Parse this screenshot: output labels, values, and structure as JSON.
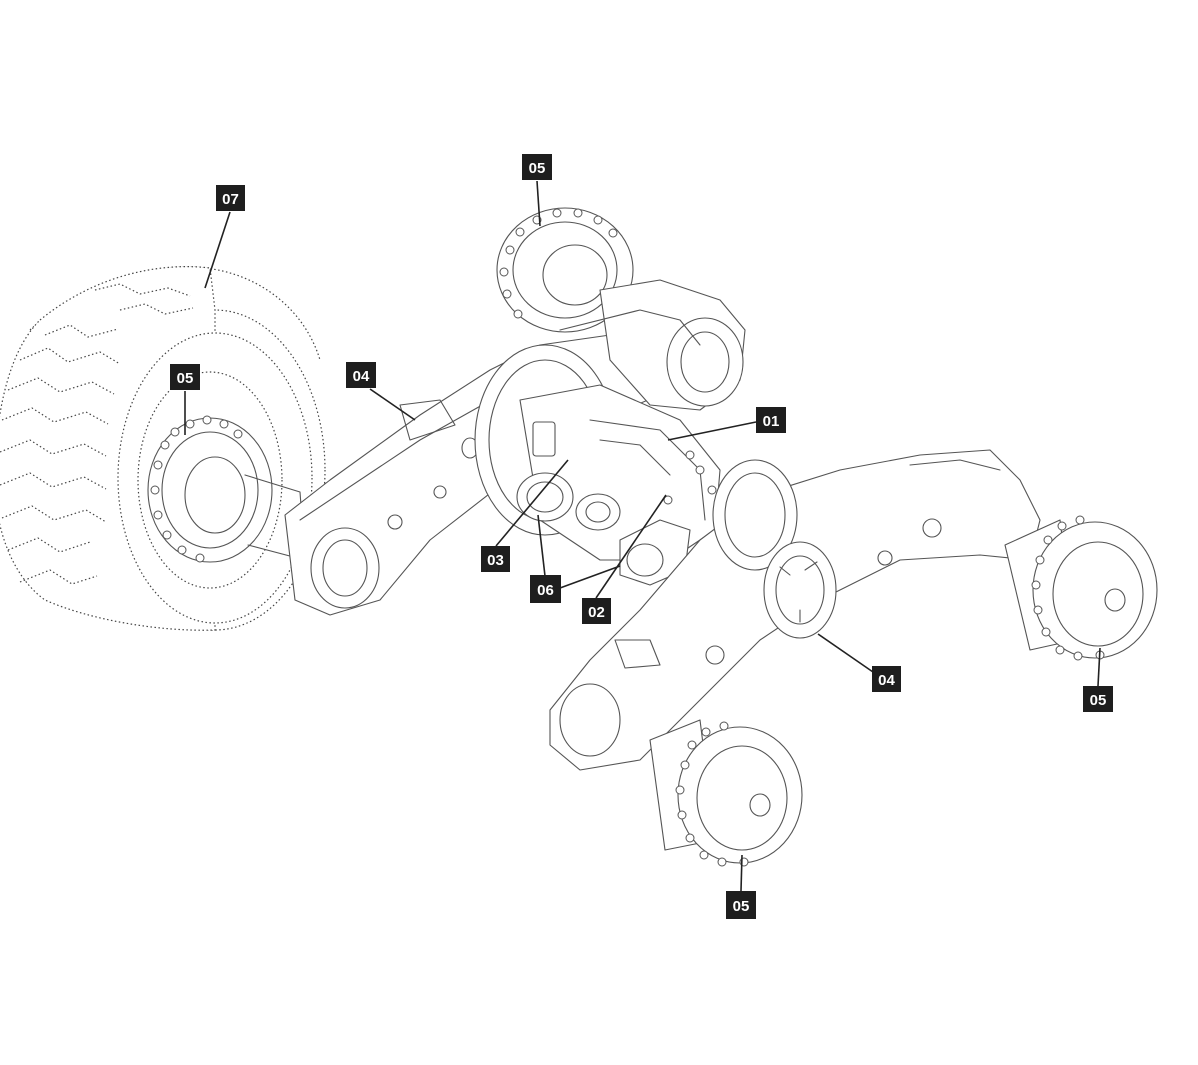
{
  "callouts": [
    {
      "id": "c-07-tire",
      "label": "07"
    },
    {
      "id": "c-05-top",
      "label": "05"
    },
    {
      "id": "c-05-left",
      "label": "05"
    },
    {
      "id": "c-04-left",
      "label": "04"
    },
    {
      "id": "c-01",
      "label": "01"
    },
    {
      "id": "c-03",
      "label": "03"
    },
    {
      "id": "c-06",
      "label": "06"
    },
    {
      "id": "c-02",
      "label": "02"
    },
    {
      "id": "c-04-right",
      "label": "04"
    },
    {
      "id": "c-05-right",
      "label": "05"
    },
    {
      "id": "c-05-bottom",
      "label": "05"
    }
  ]
}
